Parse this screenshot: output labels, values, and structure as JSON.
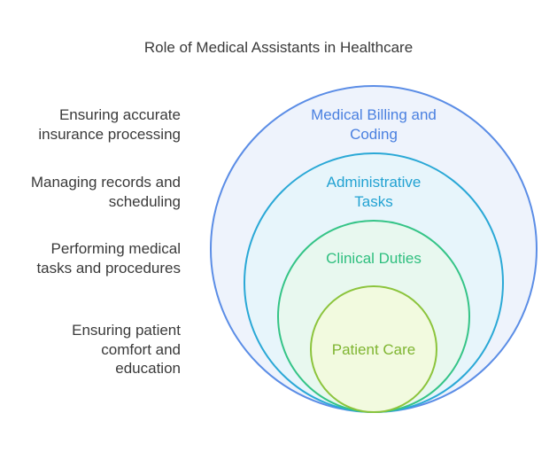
{
  "title": "Role of Medical Assistants in Healthcare",
  "descriptions": [
    "Ensuring accurate\ninsurance processing",
    "Managing records and\nscheduling",
    "Performing medical\ntasks and procedures",
    "Ensuring patient\ncomfort and\neducation"
  ],
  "circles": [
    {
      "label": "Medical Billing and\nCoding",
      "stroke": "#5b8de6",
      "fill": "#eef3fc",
      "text_color": "#4a80e0"
    },
    {
      "label": "Administrative\nTasks",
      "stroke": "#2aa8d6",
      "fill": "#e7f5fb",
      "text_color": "#22a2d2"
    },
    {
      "label": "Clinical Duties",
      "stroke": "#35c487",
      "fill": "#e8f8ef",
      "text_color": "#2fbf7f"
    },
    {
      "label": "Patient Care",
      "stroke": "#8cc43c",
      "fill": "#f2fadf",
      "text_color": "#7fb531"
    }
  ]
}
